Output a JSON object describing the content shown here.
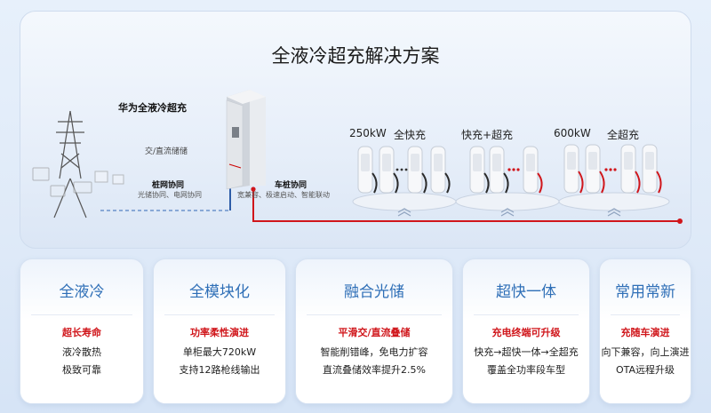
{
  "title": "全液冷超充解决方案",
  "scene": {
    "product_label": "华为全液冷超充",
    "acdc_label": "交/直流储储",
    "pile_coop_title": "桩网协同",
    "pile_coop_sub": "光储协同、电网协同",
    "car_coop_title": "车桩协同",
    "car_coop_sub": "宽兼容、极速启动、智能联动",
    "groups": [
      {
        "power": "250kW",
        "label": "全快充"
      },
      {
        "power": "",
        "label": "快充+超充"
      },
      {
        "power": "600kW",
        "label": "全超充"
      }
    ],
    "accent_color": "#d0161b",
    "line_color": "#2e5da8"
  },
  "cards": [
    {
      "title": "全液冷",
      "sub": "超长寿命",
      "lines": [
        "液冷散热",
        "极致可靠"
      ]
    },
    {
      "title": "全模块化",
      "sub": "功率柔性演进",
      "lines": [
        "单柜最大720kW",
        "支持12路枪线输出"
      ]
    },
    {
      "title": "融合光储",
      "sub": "平滑交/直流叠储",
      "lines": [
        "智能削错峰，免电力扩容",
        "直流叠储效率提升2.5%"
      ]
    },
    {
      "title": "超快一体",
      "sub": "充电终端可升级",
      "lines": [
        "快充→超快一体→全超充",
        "覆盖全功率段车型"
      ]
    },
    {
      "title": "常用常新",
      "sub": "充随车演进",
      "lines": [
        "向下兼容，向上演进",
        "OTA远程升级"
      ]
    }
  ],
  "icons": [
    "power-tower-icon",
    "solar-panel-icon",
    "house-icon",
    "charger-cabinet-icon",
    "charging-pile-icon",
    "chevron-up-icon"
  ]
}
